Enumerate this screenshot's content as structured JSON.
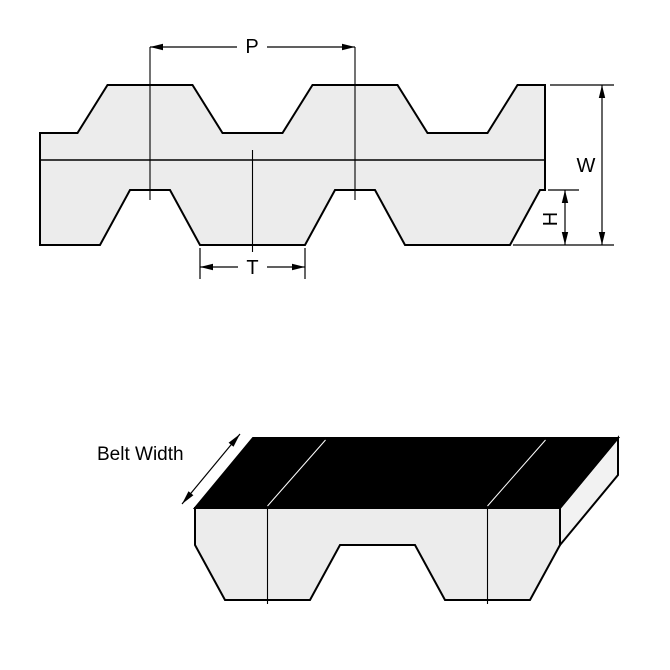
{
  "cross_section": {
    "labels": {
      "pitch": "P",
      "belt_thickness": "W",
      "tooth_height": "H",
      "tooth_width": "T"
    }
  },
  "perspective": {
    "labels": {
      "belt_width": "Belt Width"
    }
  },
  "colors": {
    "outline": "#000000",
    "belt_fill": "#ececec",
    "top_face": "#000000",
    "end_face": "#f2f2f2",
    "background": "#ffffff"
  }
}
